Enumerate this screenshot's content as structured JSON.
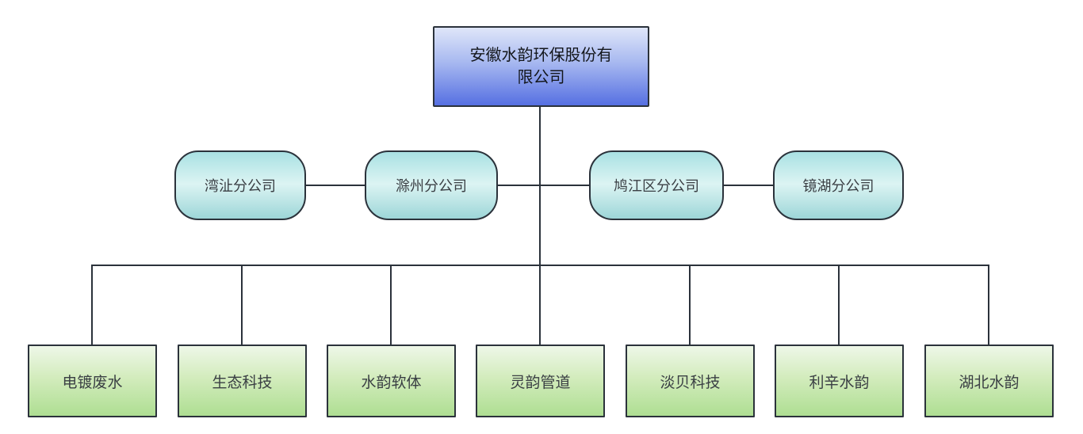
{
  "diagram": {
    "type": "org-chart",
    "root": {
      "label": "安徽水韵环保股份有限公司"
    },
    "branches": [
      {
        "label": "湾沚分公司"
      },
      {
        "label": "滁州分公司"
      },
      {
        "label": "鸠江区分公司"
      },
      {
        "label": "镜湖分公司"
      }
    ],
    "subsidiaries": [
      {
        "label": "电镀废水"
      },
      {
        "label": "生态科技"
      },
      {
        "label": "水韵软体"
      },
      {
        "label": "灵韵管道"
      },
      {
        "label": "淡贝科技"
      },
      {
        "label": "利辛水韵"
      },
      {
        "label": "湖北水韵"
      }
    ],
    "colors": {
      "background": "#ffffff",
      "line": "#2b323b",
      "node_border": "#2b323b",
      "root_gradient_top": "#dfe6f9",
      "root_gradient_bottom": "#5670e2",
      "branch_gradient_top": "#a9e1e3",
      "branch_gradient_mid": "#dcf4f3",
      "branch_gradient_bottom": "#9dd6d8",
      "subsidiary_gradient_top": "#eef7e8",
      "subsidiary_gradient_bottom": "#aede92"
    }
  }
}
